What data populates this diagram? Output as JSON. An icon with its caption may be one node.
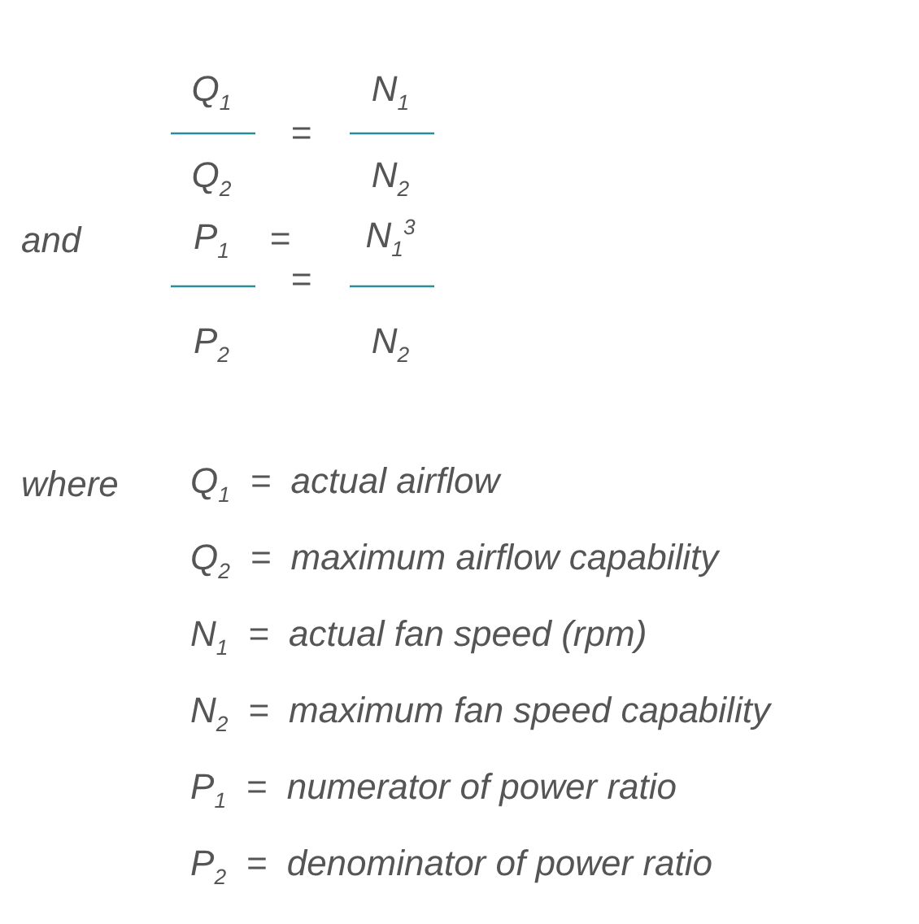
{
  "diagram": {
    "labels": [
      "Q$_{1}$",
      "N$_{1}$",
      "=",
      "Q$_{2}$",
      "N$_{2}$",
      "and",
      "P$_{1}$",
      "=",
      "N$_{1}$$^{3}$",
      "=",
      "P$_{2}$",
      "N$_{2}$",
      "where",
      "Q$_{1}$  =  actual airflow",
      "Q$_{2}$  =  maximum airflow capability",
      "N$_{1}$  =  actual fan speed (rpm)",
      "N$_{2}$  =  maximum fan speed capability",
      "P$_{1}$  =  numerator of power ratio",
      "P$_{2}$  =  denominator of power ratio"
    ]
  }
}
